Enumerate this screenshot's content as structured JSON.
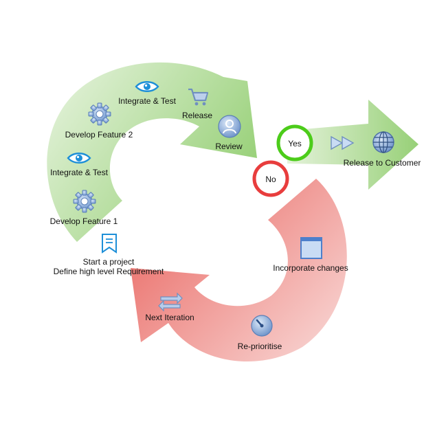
{
  "cycle_labels": {
    "integrate_test_top": "Integrate & Test",
    "release": "Release",
    "develop_feature_2": "Develop Feature 2",
    "review": "Review",
    "integrate_test_mid": "Integrate & Test",
    "develop_feature_1": "Develop Feature 1",
    "start_line1": "Start a project",
    "start_line2": "Define high level Requirement",
    "incorporate_changes": "Incorporate changes",
    "next_iteration": "Next Iteration",
    "re_prioritise": "Re-prioritise",
    "release_to_customer": "Release to Customer"
  },
  "decisions": {
    "yes": "Yes",
    "no": "No"
  },
  "colors": {
    "green_light": "#e4f2da",
    "green": "#97d077",
    "red_light": "#f8d5d3",
    "red": "#ea6b66",
    "yes_ring": "#4ccc1a",
    "no_ring": "#e83d3d",
    "icon_blue": "#4d7fcb",
    "icon_eye": "#1d8fd8"
  },
  "icons": [
    "eye-icon",
    "cart-icon",
    "gear-icon",
    "user-icon",
    "document-icon",
    "window-icon",
    "repeat-icon",
    "gauge-icon",
    "fast-forward-icon",
    "globe-icon"
  ]
}
